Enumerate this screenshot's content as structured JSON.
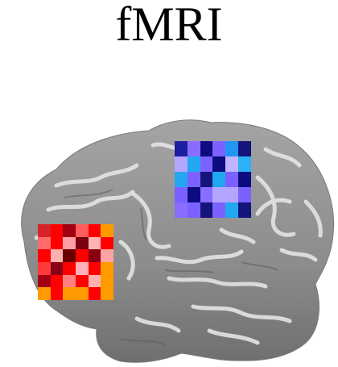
{
  "title": "fMRI",
  "brain": {
    "icon": "brain-surface-icon",
    "fill": "#8f8f8f",
    "sulci": "#dcdcdc"
  },
  "patches": {
    "left": {
      "name": "red-activation-patch",
      "colors": [
        [
          "#d8232a",
          "#ff0000",
          "#a30012",
          "#ff5c5c",
          "#ff0000",
          "#ff9a00"
        ],
        [
          "#ff6b6b",
          "#ff0000",
          "#ff9ea5",
          "#7a0010",
          "#ffb3b3",
          "#ff0000"
        ],
        [
          "#ff0000",
          "#ffb0b0",
          "#6b0000",
          "#ff0000",
          "#8a0010",
          "#ffa3a3"
        ],
        [
          "#ff3a3a",
          "#8a0016",
          "#ff0000",
          "#ffb0b8",
          "#ff0000",
          "#ff9a00"
        ],
        [
          "#a30012",
          "#ff0000",
          "#ff8080",
          "#ff0000",
          "#ffb0b0",
          "#ff9a00"
        ],
        [
          "#ff9a00",
          "#ff0000",
          "#ff9a00",
          "#ff9a00",
          "#ff0000",
          "#ff9a00"
        ]
      ]
    },
    "right": {
      "name": "blue-activation-patch",
      "colors": [
        [
          "#1c1fa0",
          "#8a6cff",
          "#0c0c80",
          "#7b61ff",
          "#2196f3",
          "#14147a"
        ],
        [
          "#b4a6ff",
          "#22a7f0",
          "#7b61ff",
          "#0c0c80",
          "#c0b4ff",
          "#2db0f5"
        ],
        [
          "#22a7f0",
          "#7b61ff",
          "#14147a",
          "#22a7f0",
          "#7b61ff",
          "#0c0c80"
        ],
        [
          "#7b61ff",
          "#0c0c80",
          "#8a6cff",
          "#b4a6ff",
          "#b4a6ff",
          "#7b61ff"
        ],
        [
          "#8a6cff",
          "#7b61ff",
          "#14147a",
          "#7b61ff",
          "#22a7f0",
          "#14147a"
        ]
      ]
    }
  }
}
